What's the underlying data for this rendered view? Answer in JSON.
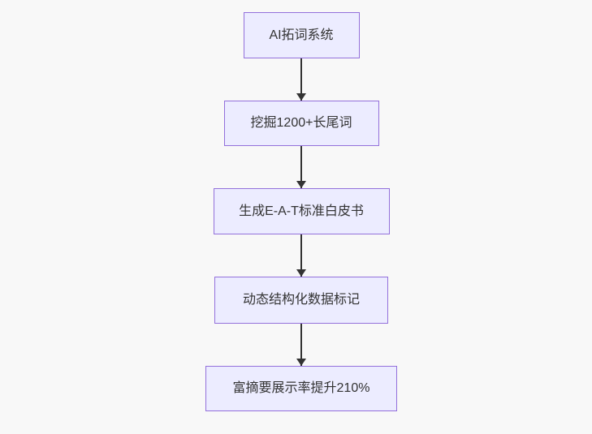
{
  "page": {
    "background_color": "#f8f8f8"
  },
  "flow": {
    "type": "flowchart",
    "direction": "top-down",
    "node_fill_color": "#ECECFF",
    "node_border_color": "#9370DB",
    "edge_color": "#333333",
    "text_color": "#333333",
    "nodes": [
      {
        "id": "n1",
        "label": "AI拓词系统"
      },
      {
        "id": "n2",
        "label": "挖掘1200+长尾词"
      },
      {
        "id": "n3",
        "label": "生成E-A-T标准白皮书"
      },
      {
        "id": "n4",
        "label": "动态结构化数据标记"
      },
      {
        "id": "n5",
        "label": "富摘要展示率提升210%"
      }
    ],
    "edges": [
      {
        "from": "n1",
        "to": "n2"
      },
      {
        "from": "n2",
        "to": "n3"
      },
      {
        "from": "n3",
        "to": "n4"
      },
      {
        "from": "n4",
        "to": "n5"
      }
    ]
  }
}
